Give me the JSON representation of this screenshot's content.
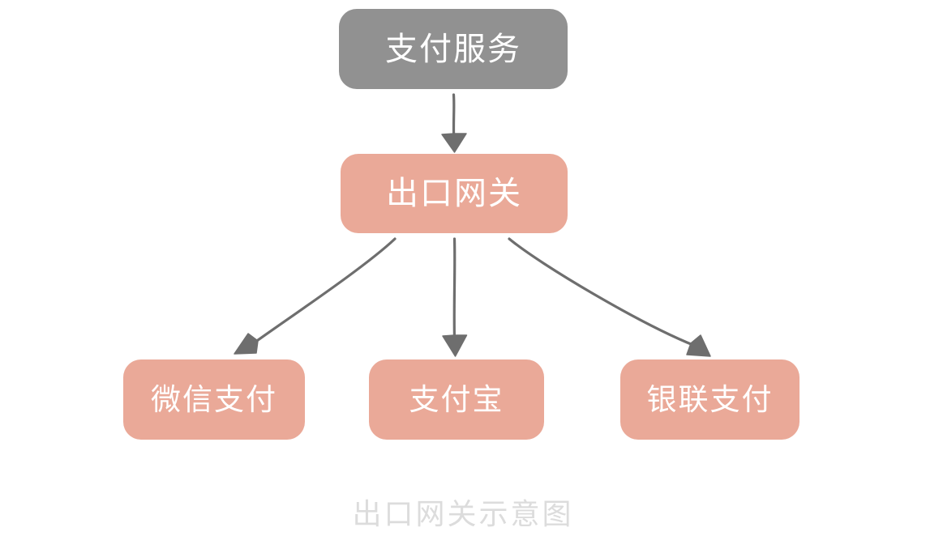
{
  "diagram": {
    "caption": "出口网关示意图",
    "caption_color": "#dcdcdc",
    "background_color": "#ffffff",
    "nodes": [
      {
        "id": "service",
        "label": "支付服务",
        "fill": "#919191",
        "text_color": "#ffffff",
        "role": "source"
      },
      {
        "id": "gateway",
        "label": "出口网关",
        "fill": "#eaa998",
        "text_color": "#ffffff",
        "role": "gateway"
      },
      {
        "id": "wechat",
        "label": "微信支付",
        "fill": "#eaa998",
        "text_color": "#ffffff",
        "role": "provider"
      },
      {
        "id": "alipay",
        "label": "支付宝",
        "fill": "#eaa998",
        "text_color": "#ffffff",
        "role": "provider"
      },
      {
        "id": "unionpay",
        "label": "银联支付",
        "fill": "#eaa998",
        "text_color": "#ffffff",
        "role": "provider"
      }
    ],
    "edges": [
      {
        "id": "service-to-gateway",
        "from": "支付服务",
        "to": "出口网关",
        "label": "",
        "style": "sketch-arrow",
        "color": "#6e6e6e"
      },
      {
        "id": "gateway-to-wechat",
        "from": "出口网关",
        "to": "微信支付",
        "label": "",
        "style": "sketch-arrow",
        "color": "#6e6e6e"
      },
      {
        "id": "gateway-to-alipay",
        "from": "出口网关",
        "to": "支付宝",
        "label": "",
        "style": "sketch-arrow",
        "color": "#6e6e6e"
      },
      {
        "id": "gateway-to-unionpay",
        "from": "出口网关",
        "to": "银联支付",
        "label": "",
        "style": "sketch-arrow",
        "color": "#6e6e6e"
      }
    ]
  }
}
